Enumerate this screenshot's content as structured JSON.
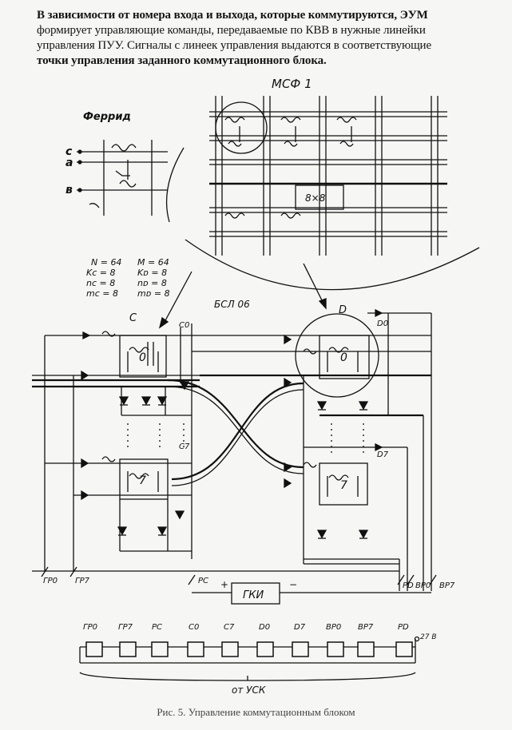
{
  "intro": {
    "line1": "В зависимости от номера входа и выхода, которые коммутируются, ЭУМ",
    "line2": "формирует управляющие команды, передаваемые по КВВ в нужные линейки",
    "line3": "управления ПУУ. Сигналы с линеек управления выдаются в соответствующие",
    "line4": "точки управления заданного коммутационного блока."
  },
  "figure": {
    "label_msf": "МСФ 1",
    "label_ferrid": "Феррид",
    "wire_c": "с",
    "wire_a": "а",
    "wire_b": "в",
    "label_8x8": "8×8",
    "params": {
      "n": "N = 64",
      "m": "M = 64",
      "kc": "Kc = 8",
      "kd": "Kᴅ = 8",
      "nc": "nc = 8",
      "nd": "nᴅ = 8",
      "mc": "mc = 8",
      "md": "mᴅ = 8"
    },
    "bsl": "БСЛ 06",
    "block_c": "С",
    "block_d": "D",
    "c0": "С0",
    "c7": "С7",
    "d0": "D0",
    "d7": "D7",
    "cell0_left": "0",
    "cell0_right": "0",
    "cell7_left": "7",
    "cell7_right": "7",
    "gr0": "ГР0",
    "gr7": "ГР7",
    "rc": "РС",
    "rd": "РD",
    "vr0": "ВР0",
    "vr7": "ВР7",
    "gki": "ГКИ",
    "plus": "+",
    "minus": "−",
    "relays": [
      "ГР0",
      "ГР7",
      "РС",
      "С0",
      "С7",
      "D0",
      "D7",
      "ВР0",
      "ВР7",
      "РD"
    ],
    "voltage": "27 В",
    "from_usk": "от УСК"
  },
  "caption": "Рис. 5. Управление коммутационным блоком"
}
